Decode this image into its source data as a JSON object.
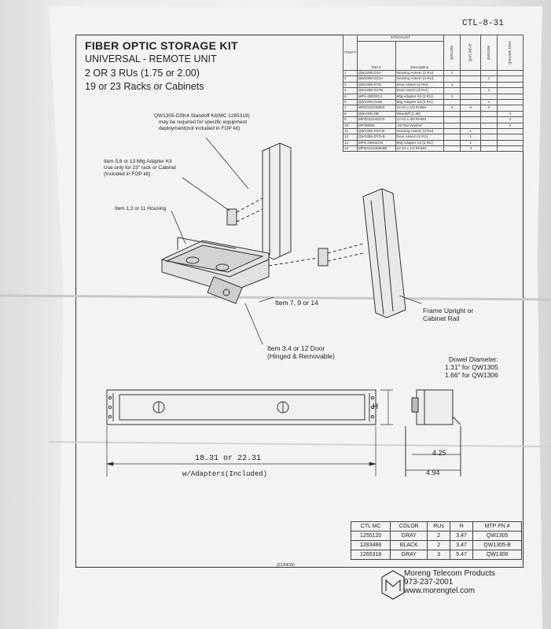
{
  "corner_code": "CTL-8-31",
  "header": {
    "title": "FIBER OPTIC STORAGE KIT",
    "subtitle": "UNIVERSAL - REMOTE UNIT",
    "line3": "2 OR 3 RUs (1.75 or 2.00)",
    "line4": "19 or 23 Racks or Cabinets"
  },
  "callouts": {
    "standoff_kit": [
      "QW1305-DSK4 Standoff Kit(MC 1265319)",
      "may be required for specific equipment",
      "deployment(not included in FOP kit)"
    ],
    "adapter_kit": [
      "Item 5,6 or 13 Mtg Adapter Kit",
      "Use only for 23\" rack or Cabinet",
      "(Included in FOP kit)"
    ],
    "housing": "Item 1,2 or 11 Housing",
    "item_7": "Item 7, 9 or 14",
    "door": [
      "Item 3,4 or 12 Door",
      "(Hinged & Removable)"
    ],
    "frame_upright": [
      "Frame Upright or",
      "Cabinet Rail"
    ],
    "dowel": [
      "Dowel Diameter:",
      "1.31\" for QW1305",
      "1.66\" for QW1306"
    ]
  },
  "dimensions": {
    "width": "18.31 or 22.31",
    "width_note": "w/Adapters(Included)",
    "height_label": "H",
    "depth_a": "4.25",
    "depth_b": "4.94"
  },
  "stocklist": {
    "title": "STOCKLIST",
    "col_item": "ITEM #",
    "col_part": "Part #",
    "col_desc": "Description",
    "kit_cols": [
      "QW1305",
      "QW1305-B",
      "QW1306",
      "QW1305-DW4"
    ],
    "rows": [
      {
        "n": "1",
        "part": "QW1305-D1H",
        "desc": "Housing Assem (2 RU)",
        "q": [
          "1",
          "",
          "",
          ""
        ]
      },
      {
        "n": "2",
        "part": "QW1306-D11H",
        "desc": "Housing Assem (3 RU)",
        "q": [
          "",
          "",
          "1",
          ""
        ]
      },
      {
        "n": "3",
        "part": "QW1305-DTD",
        "desc": "Door Assem (2 RU)",
        "q": [
          "1",
          "",
          "",
          ""
        ]
      },
      {
        "n": "4",
        "part": "QW1306-D17D",
        "desc": "Door Assem (3 RU)",
        "q": [
          "",
          "",
          "1",
          ""
        ]
      },
      {
        "n": "5",
        "part": "MPX-400023-1",
        "desc": "Mtg Adapter Kit (2 RU)",
        "q": [
          "1",
          "",
          "",
          ""
        ]
      },
      {
        "n": "6",
        "part": "QW1306-D18K",
        "desc": "Mtg Adapter Kit (3 RU)",
        "q": [
          "",
          "",
          "1",
          ""
        ]
      },
      {
        "n": "7",
        "part": "MPO012240500",
        "desc": "12-24 x 1/2 RHMS",
        "q": [
          "4",
          "4",
          "4",
          ""
        ]
      },
      {
        "n": "8",
        "part": "QW1305-DB",
        "desc": "Standoff (1.38)",
        "q": [
          "",
          "",
          "",
          "4"
        ]
      },
      {
        "n": "9",
        "part": "MPO012240370",
        "desc": "12-24 x 3/8 RHMS",
        "q": [
          "",
          "",
          "",
          "4"
        ]
      },
      {
        "n": "10",
        "part": "MPO809C",
        "desc": ".25 Flat Washer",
        "q": [
          "",
          "",
          "",
          "4"
        ]
      },
      {
        "n": "11",
        "part": "QW1305-D1H-B",
        "desc": "Housing Assem (2 RU)",
        "q": [
          "",
          "1",
          "",
          ""
        ]
      },
      {
        "n": "12",
        "part": "QW1305-DTD-B",
        "desc": "Door Assem (2 RU)",
        "q": [
          "",
          "1",
          "",
          ""
        ]
      },
      {
        "n": "13",
        "part": "MPX-400023-B",
        "desc": "Mtg Adapter Kit (2 RU)",
        "q": [
          "",
          "1",
          "",
          ""
        ]
      },
      {
        "n": "14",
        "part": "MPO012240505B",
        "desc": "12-24 x 1/2 RHMS",
        "q": [
          "",
          "4",
          "",
          ""
        ]
      }
    ]
  },
  "spec_table": {
    "headers": [
      "CTL MC",
      "COLOR",
      "RUs",
      "H",
      "MTP PN #"
    ],
    "rows": [
      [
        "1255120",
        "GRAY",
        "2",
        "3.47",
        "QW1305"
      ],
      [
        "1283488",
        "BLACK",
        "2",
        "3.47",
        "QW1305-B"
      ],
      [
        "1265318",
        "GRAY",
        "3",
        "5.47",
        "QW1306"
      ]
    ]
  },
  "date": "(01/24/19)",
  "company": {
    "name": "Moreng Telecom Products",
    "phone": "973-237-2001",
    "url": "www.morengtel.com"
  }
}
